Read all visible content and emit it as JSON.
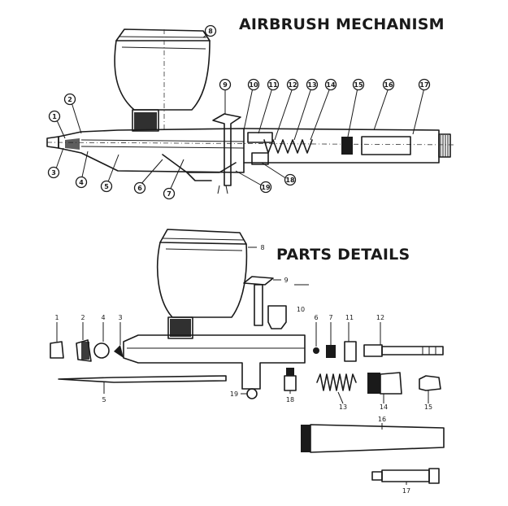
{
  "titles": {
    "mechanism": "AIRBRUSH MECHANISM",
    "parts": "PARTS DETAILS"
  },
  "callouts_top": [
    "1",
    "2",
    "3",
    "4",
    "5",
    "6",
    "7",
    "8",
    "9",
    "10",
    "11",
    "12",
    "13",
    "14",
    "15",
    "16",
    "17",
    "18",
    "19"
  ],
  "parts_labels": [
    "1",
    "2",
    "3",
    "4",
    "5",
    "6",
    "7",
    "8",
    "9",
    "10",
    "11",
    "12",
    "13",
    "14",
    "15",
    "16",
    "17",
    "18",
    "19"
  ]
}
